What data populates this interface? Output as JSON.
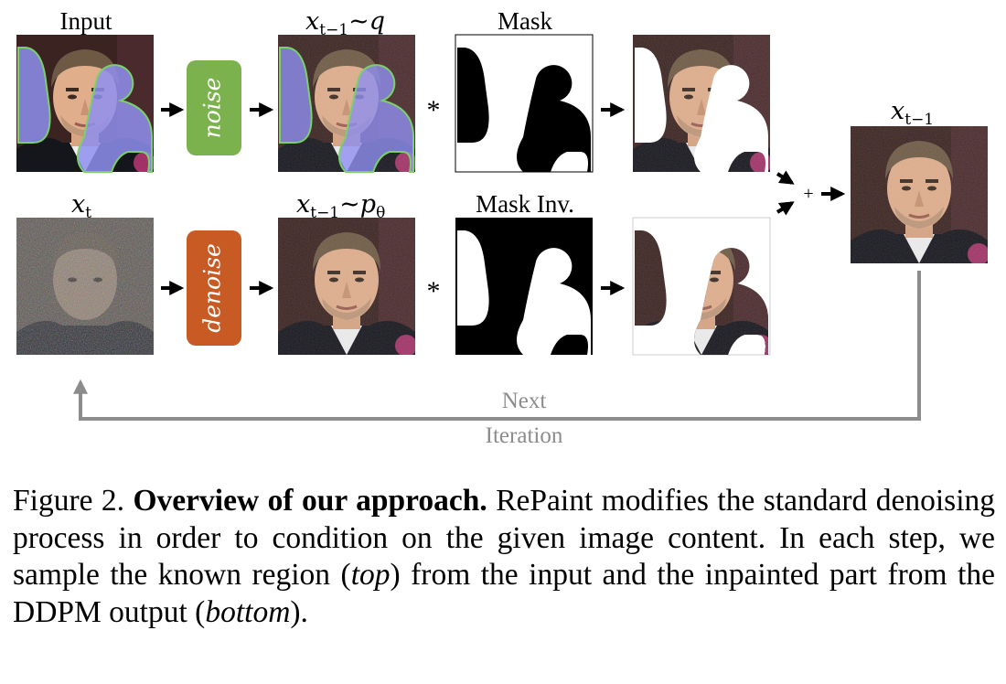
{
  "labels": {
    "input": "Input",
    "xt_base": "x",
    "xt_sub": "t",
    "q_sample_sub": "t−1",
    "q_sample_suffix": "~q",
    "p_sample_sub": "t−1",
    "p_sample_suffix": "~p",
    "p_sample_theta": "θ",
    "mask": "Mask",
    "mask_inv": "Mask Inv.",
    "output_sub": "t−1"
  },
  "operators": {
    "multiply_top": "*",
    "multiply_bottom": "*",
    "plus": "+"
  },
  "buttons": {
    "noise": "noise",
    "denoise": "denoise"
  },
  "loop": {
    "line1": "Next",
    "line2": "Iteration"
  },
  "caption": {
    "figure": "Figure 2.",
    "title": "Overview of our approach.",
    "body": "RePaint modifies the standard denoising process in order to condition on the given image content. In each step, we sample the known region (",
    "italic1": "top",
    "middle": ") from the input and the inpainted part from the DDPM output (",
    "italic2": "bottom",
    "end": ")."
  },
  "colors": {
    "noise_box": "#7cb24e",
    "denoise_box": "#c85a24",
    "mask_overlay": "#8f8ff0",
    "loop_arrow": "#8c8c8c"
  }
}
